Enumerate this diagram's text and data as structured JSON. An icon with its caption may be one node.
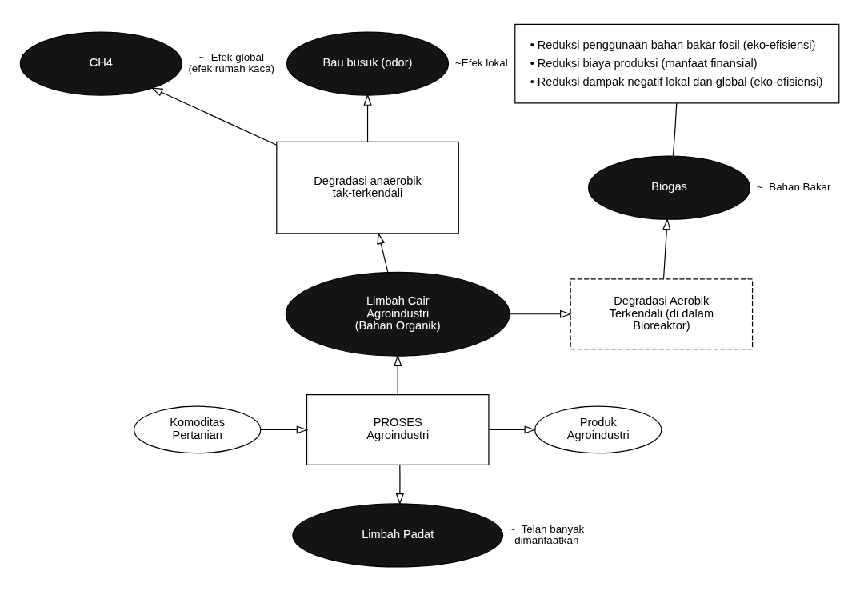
{
  "diagram": {
    "nodes": [
      {
        "text": [
          "CH4"
        ],
        "beside": [
          "~  Efek global (efek rumah kaca)"
        ]
      },
      {
        "text": [
          "Bau busuk (odor)"
        ],
        "beside": [
          "~Efek lokal"
        ]
      },
      {
        "text": [
          "• Reduksi penggunaan bahan bakar fosil (eko-efisiensi)",
          "• Reduksi biaya produksi (manfaat finansial)",
          "• Reduksi dampak negatif lokal dan global (eko-efisiensi)"
        ]
      },
      {
        "text": [
          "Degradasi anaerobik tak-terkendali"
        ]
      },
      {
        "text": [
          "Biogas"
        ],
        "beside": [
          "~  Bahan Bakar"
        ]
      },
      {
        "text": [
          "Limbah Cair Agroindustri (Bahan Organik)"
        ]
      },
      {
        "text": [
          "Degradasi Aerobik Terkendali (di dalam Bioreaktor)"
        ]
      },
      {
        "text": [
          "Komoditas Pertanian"
        ]
      },
      {
        "text": [
          "PROSES Agroindustri"
        ]
      },
      {
        "text": [
          "Produk Agroindustri"
        ]
      },
      {
        "text": [
          "Limbah Padat"
        ],
        "beside": [
          "~  Telah banyak dimanfaatkan"
        ]
      }
    ],
    "edges": [
      {
        "from": 3,
        "to": 0,
        "arrow": "to"
      },
      {
        "from": 3,
        "to": 1,
        "arrow": "to"
      },
      {
        "from": 2,
        "to": 4,
        "arrow": "none"
      },
      {
        "from": 5,
        "to": 3,
        "arrow": "to"
      },
      {
        "from": 5,
        "to": 6,
        "arrow": "to"
      },
      {
        "from": 6,
        "to": 4,
        "arrow": "to"
      },
      {
        "from": 8,
        "to": 5,
        "arrow": "to"
      },
      {
        "from": 7,
        "to": 8,
        "arrow": "to"
      },
      {
        "from": 8,
        "to": 9,
        "arrow": "to"
      },
      {
        "from": 8,
        "to": 10,
        "arrow": "to"
      }
    ]
  }
}
